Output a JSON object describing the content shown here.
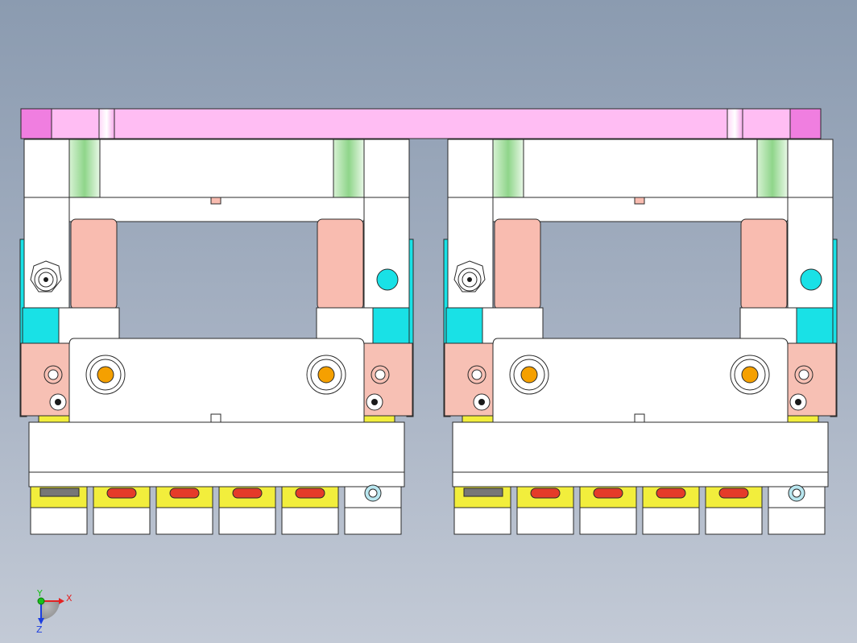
{
  "view": {
    "background_top": "#8b9bb0",
    "background_bottom": "#c3cad6",
    "model_type": "cad-assembly-front-view"
  },
  "colors": {
    "top_bar": "#ffbdf3",
    "top_bar_end": "#f07ee0",
    "housing": "#ffffff",
    "outline": "#2a2a2a",
    "slider_pink": "#f9bcb0",
    "block_salmon": "#f7c0b4",
    "side_cyan": "#19e1e6",
    "green_rod": "#a7dfa2",
    "dowel_orange": "#f5a000",
    "yellow_clip": "#f2ee3c",
    "red_pad": "#e53b29",
    "light_blue_fitting": "#b9e7f0"
  },
  "module_count": 2,
  "modules": [
    {
      "name": "left-module",
      "pads": [
        "connector",
        "red",
        "red",
        "red",
        "red",
        "fitting"
      ]
    },
    {
      "name": "right-module",
      "pads": [
        "connector",
        "red",
        "red",
        "red",
        "red",
        "fitting"
      ]
    }
  ],
  "triad": {
    "x_label": "X",
    "y_label": "Y",
    "z_label": "Z",
    "x_color": "#e32222",
    "y_color": "#19c019",
    "z_color": "#1c3ee0"
  }
}
